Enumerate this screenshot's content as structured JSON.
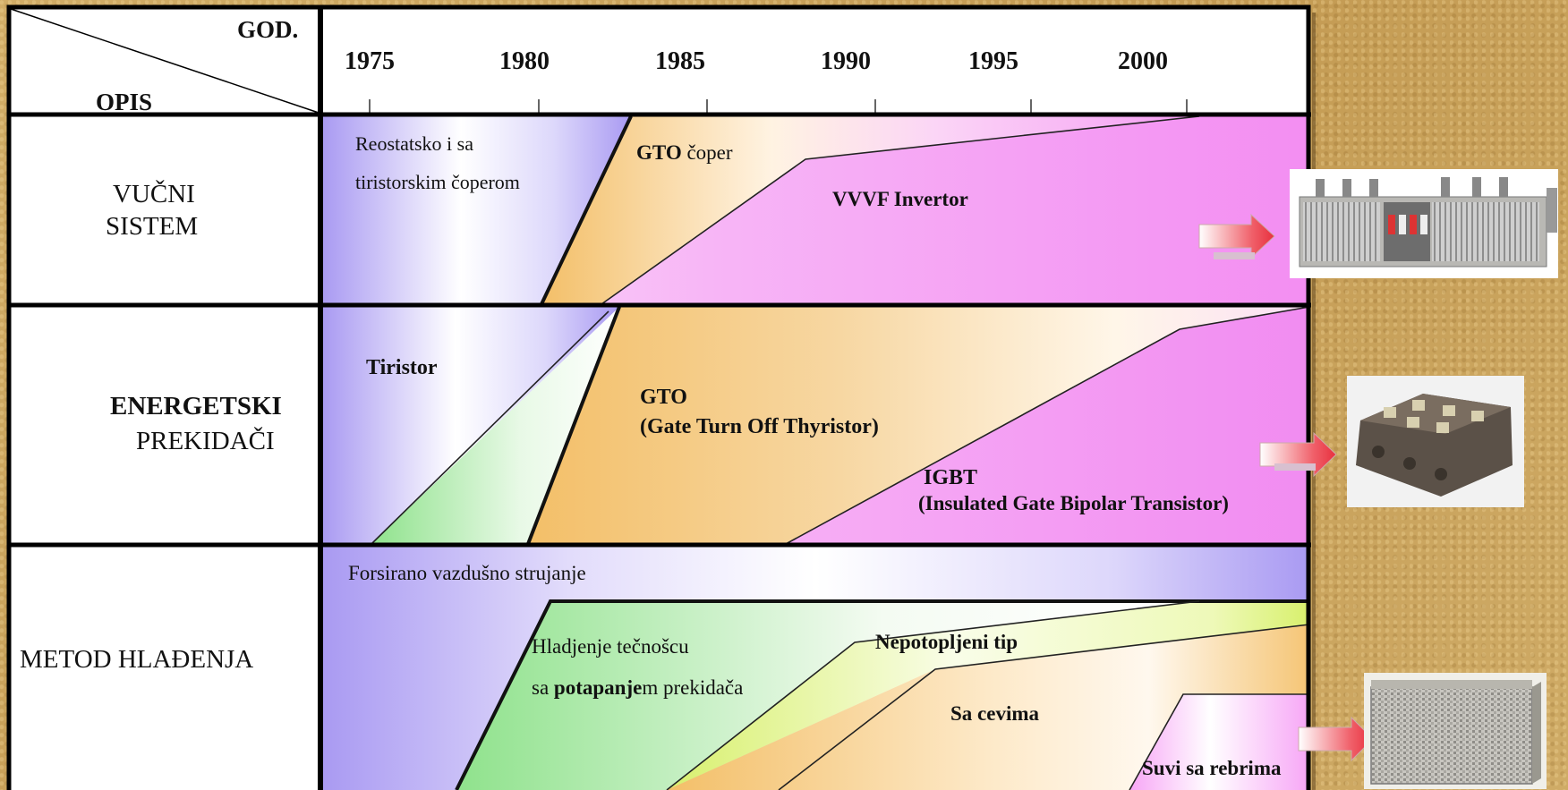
{
  "header": {
    "god_label": "GOD.",
    "opis_label": "OPIS",
    "years": [
      "1975",
      "1980",
      "1985",
      "1990",
      "1995",
      "2000"
    ]
  },
  "rows": [
    {
      "label_line1": "VUČNI",
      "label_line2": "SISTEM",
      "regions": {
        "first_line1": "Reostatsko i sa",
        "first_line2": "tiristorskim čoperom",
        "gto_bold": "GTO",
        "gto_rest": " čoper",
        "vvvf": "VVVF Invertor"
      }
    },
    {
      "label_line1": "ENERGETSKI",
      "label_line2": "PREKIDAČI",
      "regions": {
        "tiristor": "Tiristor",
        "gto_line1": "GTO",
        "gto_line2": "(Gate Turn Off Thyristor)",
        "igbt_line1": "IGBT",
        "igbt_line2": "(Insulated Gate Bipolar Transistor)"
      }
    },
    {
      "label": "METOD HLAĐENJA",
      "regions": {
        "forced_air": "Forsirano vazdušno strujanje",
        "liquid_line1": "Hladjenje tečnošcu",
        "liquid_line2_pre": "sa ",
        "liquid_line2_bold": "potapanje",
        "liquid_line2_post": "m prekidača",
        "non_submerged": "Nepotopljeni tip",
        "tubes": "Sa cevima",
        "dry_fins": "Suvi sa rebrima"
      }
    }
  ],
  "colors": {
    "purple": "#a99af2",
    "orange": "#f5c575",
    "magenta": "#f7a6f6",
    "green": "#9ee99a",
    "yellow_green": "#dcf27a",
    "background": "#c9a561",
    "arrow": "#f0606a"
  },
  "images": [
    "traction-inverter-unit",
    "igbt-module",
    "finned-heatsink-cooler"
  ]
}
